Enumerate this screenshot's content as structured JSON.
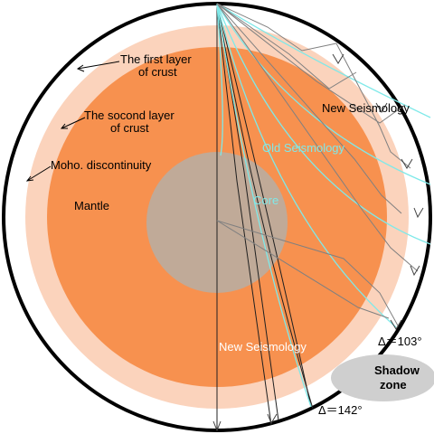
{
  "labels": {
    "first_layer_line1": "The first layer",
    "first_layer_line2": "of crust",
    "second_layer_line1": "The socond layer",
    "second_layer_line2": "of crust",
    "moho": "Moho. discontinuity",
    "mantle": "Mantle",
    "core": "Core",
    "new_seismology_top": "New Seismology",
    "old_seismology": "Old Seismology",
    "new_seismology_bottom": "New Seismology",
    "delta_103": "Δ＝103°",
    "delta_142": "Δ＝142°",
    "shadow_line1": "Shadow",
    "shadow_line2": "zone"
  },
  "colors": {
    "outer_ring": "#000000",
    "crust_outer": "#fbd3bc",
    "mantle": "#f7914f",
    "core": "#c0aa98",
    "shadow_zone": "#cfcfcf",
    "old_seismology": "#7fe9e9",
    "new_seismology": "#808080"
  }
}
